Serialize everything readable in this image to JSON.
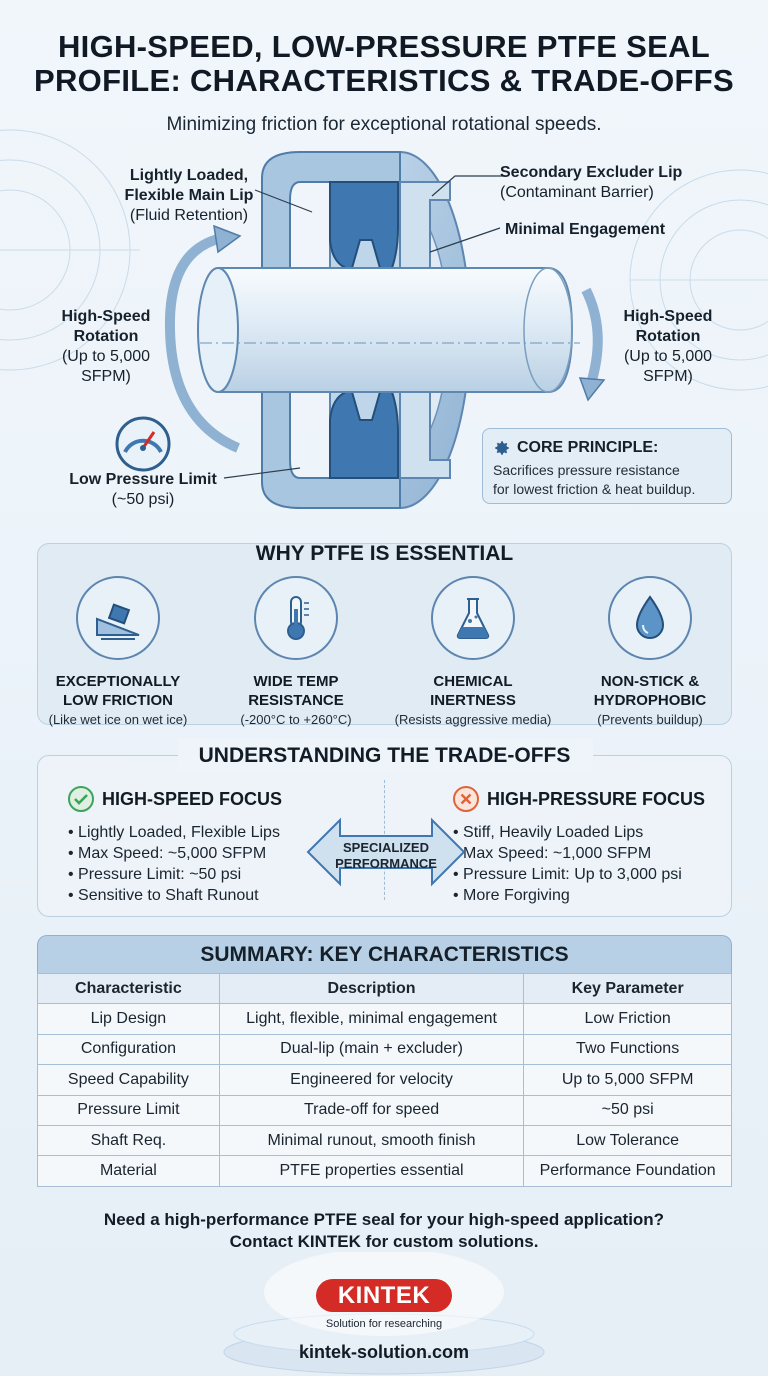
{
  "header": {
    "title_line1": "HIGH-SPEED, LOW-PRESSURE PTFE SEAL",
    "title_line2": "PROFILE: CHARACTERISTICS & TRADE-OFFS",
    "subtitle": "Minimizing friction for exceptional rotational speeds."
  },
  "diagram": {
    "main_lip_title": "Lightly Loaded, Flexible Main Lip",
    "main_lip_title_1": "Lightly Loaded,",
    "main_lip_title_2": "Flexible Main Lip",
    "main_lip_desc": "(Fluid Retention)",
    "excluder_title": "Secondary Excluder Lip",
    "excluder_desc": "(Contaminant Barrier)",
    "engagement": "Minimal Engagement",
    "rotation_left_title_1": "High-Speed",
    "rotation_left_title_2": "Rotation",
    "rotation_left_desc_1": "(Up to 5,000",
    "rotation_left_desc_2": "SFPM)",
    "rotation_right_title_1": "High-Speed",
    "rotation_right_title_2": "Rotation",
    "rotation_right_desc_1": "(Up to 5,000",
    "rotation_right_desc_2": "SFPM)",
    "pressure_title": "Low Pressure Limit",
    "pressure_desc": "(~50 psi)"
  },
  "core_principle": {
    "title": "CORE PRINCIPLE:",
    "line1": "Sacrifices pressure resistance",
    "line2": "for lowest friction & heat buildup."
  },
  "why_ptfe": {
    "title": "WHY PTFE IS ESSENTIAL",
    "features": [
      {
        "icon": "slope-block-icon",
        "title1": "EXCEPTIONALLY",
        "title2": "LOW FRICTION",
        "desc": "(Like wet ice on wet ice)"
      },
      {
        "icon": "thermometer-icon",
        "title1": "WIDE TEMP",
        "title2": "RESISTANCE",
        "desc": "(-200°C to +260°C)"
      },
      {
        "icon": "flask-icon",
        "title1": "CHEMICAL",
        "title2": "INERTNESS",
        "desc": "(Resists aggressive media)"
      },
      {
        "icon": "droplet-icon",
        "title1": "NON-STICK &",
        "title2": "HYDROPHOBIC",
        "desc": "(Prevents buildup)"
      }
    ]
  },
  "tradeoffs": {
    "title": "UNDERSTANDING THE TRADE-OFFS",
    "center_line1": "SPECIALIZED",
    "center_line2": "PERFORMANCE",
    "left": {
      "title": "HIGH-SPEED FOCUS",
      "items": [
        "Lightly Loaded, Flexible Lips",
        "Max Speed: ~5,000 SFPM",
        "Pressure Limit: ~50 psi",
        "Sensitive to Shaft Runout"
      ]
    },
    "right": {
      "title": "HIGH-PRESSURE FOCUS",
      "items": [
        "Stiff, Heavily Loaded Lips",
        "Max Speed: ~1,000 SFPM",
        "Pressure Limit: Up to 3,000 psi",
        "More Forgiving"
      ]
    }
  },
  "summary": {
    "title": "SUMMARY: KEY CHARACTERISTICS",
    "headers": [
      "Characteristic",
      "Description",
      "Key Parameter"
    ],
    "rows": [
      [
        "Lip Design",
        "Light, flexible, minimal engagement",
        "Low Friction"
      ],
      [
        "Configuration",
        "Dual-lip (main + excluder)",
        "Two Functions"
      ],
      [
        "Speed Capability",
        "Engineered for velocity",
        "Up to 5,000 SFPM"
      ],
      [
        "Pressure Limit",
        "Trade-off for speed",
        "~50 psi"
      ],
      [
        "Shaft Req.",
        "Minimal runout, smooth finish",
        "Low Tolerance"
      ],
      [
        "Material",
        "PTFE properties essential",
        "Performance Foundation"
      ]
    ]
  },
  "footer": {
    "cta_line1": "Need a high-performance PTFE seal for your high-speed application?",
    "cta_line2": "Contact KINTEK for custom solutions.",
    "logo": "KINTEK",
    "tagline": "Solution for researching",
    "url": "kintek-solution.com"
  },
  "colors": {
    "seal_blue": "#3f78b0",
    "housing_blue": "#a9c6e0",
    "check_green": "#3aa55a",
    "cross_orange": "#e0643a",
    "logo_red": "#d42b26"
  }
}
